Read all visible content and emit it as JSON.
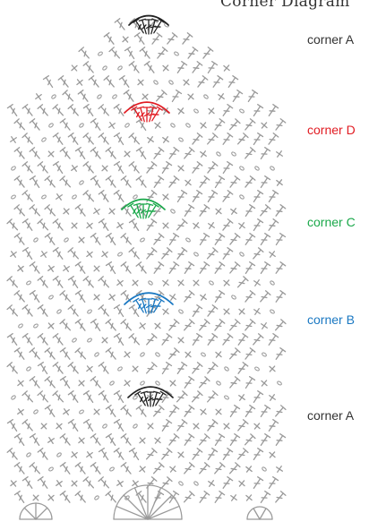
{
  "title": "Corner Diagram",
  "labels": [
    {
      "id": "a1",
      "text": "corner A",
      "color": "#333333"
    },
    {
      "id": "d",
      "text": "corner D",
      "color": "#e11b22"
    },
    {
      "id": "c",
      "text": "corner C",
      "color": "#1aa84a"
    },
    {
      "id": "b",
      "text": "corner B",
      "color": "#1a78c2"
    },
    {
      "id": "a2",
      "text": "corner A",
      "color": "#333333"
    }
  ],
  "colors": {
    "stitch": "#9a9a9a",
    "cornerA": "#222222",
    "cornerD": "#e11b22",
    "cornerC": "#1aa84a",
    "cornerB": "#1a78c2"
  }
}
